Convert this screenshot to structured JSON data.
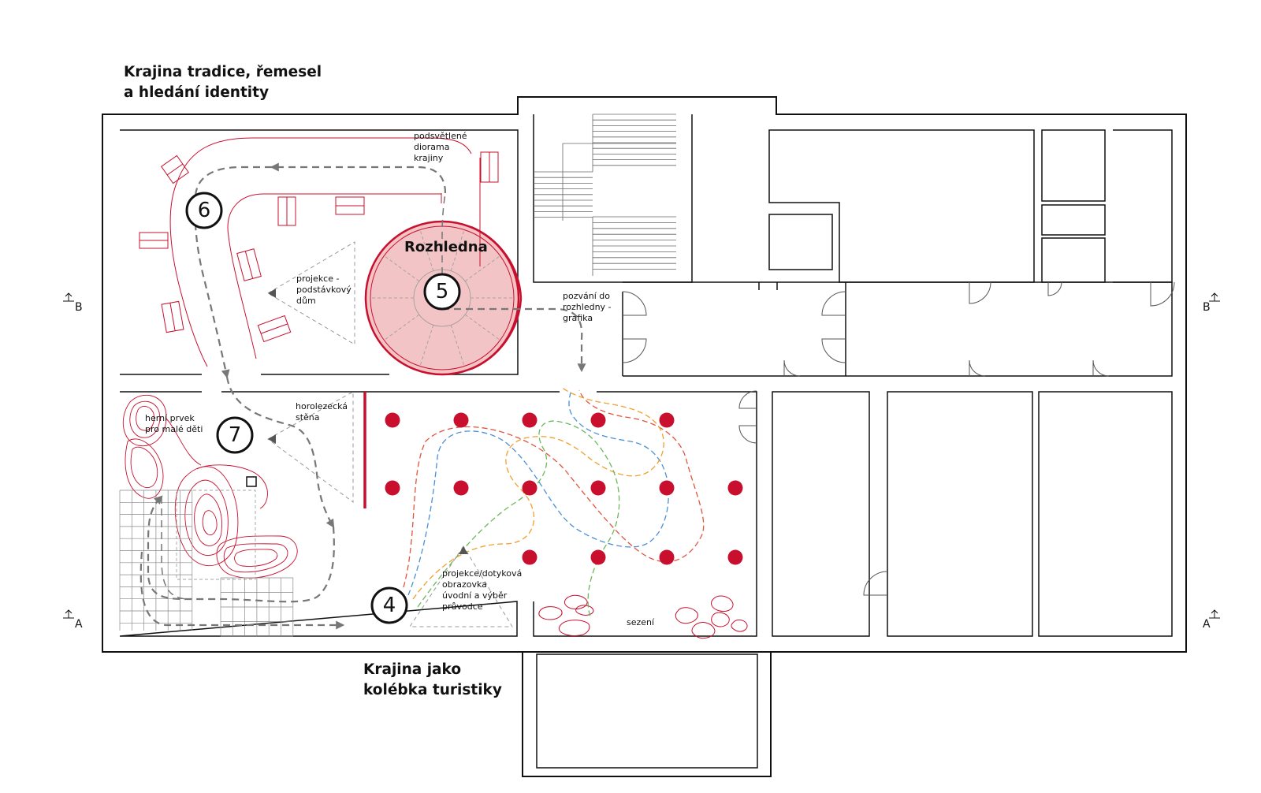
{
  "headings": {
    "top": {
      "line1": "Krajina tradice, řemesel",
      "line2": "a hledání identity"
    },
    "bottom": {
      "line1": "Krajina jako",
      "line2": "kolébka turistiky"
    }
  },
  "rozhledna_title": "Rozhledna",
  "stations": [
    {
      "number": "4"
    },
    {
      "number": "5"
    },
    {
      "number": "6"
    },
    {
      "number": "7"
    }
  ],
  "labels": {
    "diorama": [
      "podsvětlené",
      "diorama",
      "krajiny"
    ],
    "projekce_dum": [
      "projekce -",
      "podstávkový",
      "dům"
    ],
    "pozvani": [
      "pozvání do",
      "rozhledny -",
      "grafika"
    ],
    "horolezecka": [
      "horolezecká",
      "stěna"
    ],
    "herni": [
      "herní prvek",
      "pro malé děti"
    ],
    "projekce_obrazovka": [
      "projekce/dotyková",
      "obrazovka",
      "úvodní a výběr",
      "průvodce"
    ],
    "sezeni": "sezení"
  },
  "section_marks": {
    "left_b": "B",
    "right_b": "B",
    "left_a": "A",
    "right_a": "A"
  },
  "colors": {
    "accent_red": "#c8102e",
    "tower_fill": "#f2c4c6",
    "walls": "#111111",
    "route": "#777777"
  }
}
